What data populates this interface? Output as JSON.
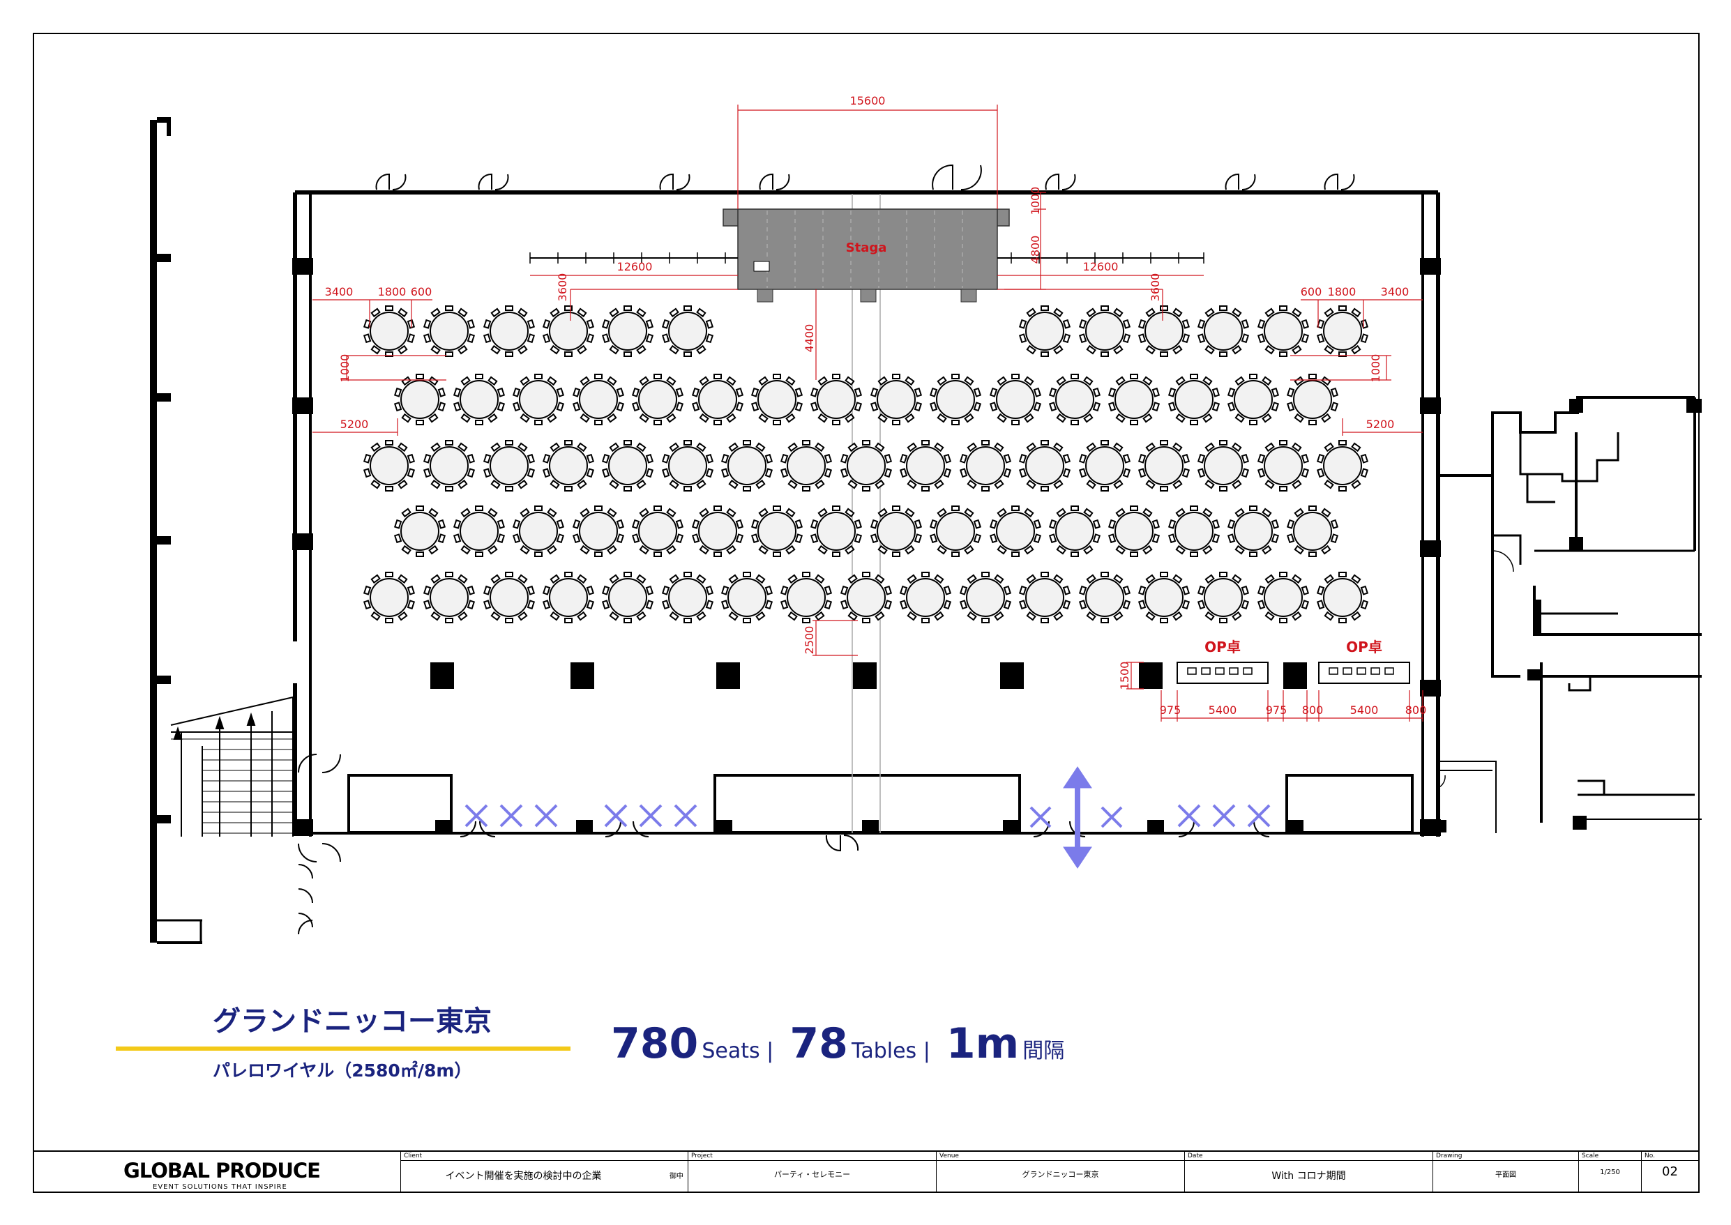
{
  "stage": {
    "label": "Staga"
  },
  "dimensions": {
    "stage_width": "15600",
    "stage_top_gap": "1000",
    "stage_depth": "4800",
    "left_span": "12600",
    "right_span": "12600",
    "left_v_3600": "3600",
    "right_v_3600": "3600",
    "center_v_4400": "4400",
    "left_3400": "3400",
    "left_1800": "1800",
    "left_600": "600",
    "right_600": "600",
    "right_1800": "1800",
    "right_3400": "3400",
    "left_v_1000": "1000",
    "right_v_1000": "1000",
    "left_5200": "5200",
    "right_5200": "5200",
    "center_v_2500": "2500",
    "op_v_1500": "1500",
    "op_975_a": "975",
    "op_5400_a": "5400",
    "op_975_b": "975",
    "op_800_a": "800",
    "op_5400_b": "5400",
    "op_800_b": "800"
  },
  "op_tables": [
    {
      "label": "OP卓"
    },
    {
      "label": "OP卓"
    }
  ],
  "venue": {
    "name": "グランドニッコー東京",
    "room": "パレロワイヤル（2580㎡/8m）"
  },
  "stats": {
    "seats_value": "780",
    "seats_unit": "Seats |",
    "tables_value": "78",
    "tables_unit": "Tables |",
    "spacing_value": "1m",
    "spacing_unit": "間隔"
  },
  "title_block": {
    "logo_main": "GLOBAL PRODUCE",
    "logo_sub": "EVENT SOLUTIONS THAT INSPIRE",
    "client_label": "Client",
    "client_value": "イベント開催を実施の検討中の企業",
    "client_suffix": "御中",
    "project_label": "Project",
    "project_value": "パーティ・セレモニー",
    "venue_label": "Venue",
    "venue_value": "グランドニッコー東京",
    "date_label": "Date",
    "date_value": "With コロナ期間",
    "drawing_label": "Drawing",
    "drawing_value": "平面図",
    "scale_label": "Scale",
    "scale_value": "1/250",
    "no_label": "No.",
    "no_value": "02"
  },
  "colors": {
    "dimension": "#d0141c",
    "stage": "#8a8a8a",
    "accent_blue": "#1a237e",
    "door_marks": "#7b7bea",
    "underline": "#f3c918"
  }
}
